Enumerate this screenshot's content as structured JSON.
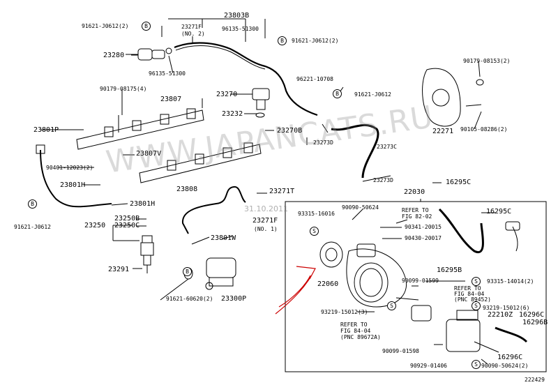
{
  "watermark": "WWW.JAPANCATS.RU",
  "date_stamp": "31.10.2011",
  "figure_id": "222429",
  "circle_b": "B",
  "circle_s": "S",
  "parts": {
    "p23803B": "23803B",
    "p91621_J0612_top": "91621-J0612(2)",
    "p23271F_top": "23271F",
    "p23271F_top_note": "(NO. 2)",
    "p96135_51300_top": "96135-51300",
    "p23280": "23280",
    "p96135_51300_low": "96135-51300",
    "p91621_J0612_mid": "91621-J0612(2)",
    "p96221_10708": "96221-10708",
    "p91621_J0612_b": "91621-J0612",
    "p90179_08175": "90179-08175(4)",
    "p23807": "23807",
    "p23270": "23270",
    "p23232": "23232",
    "p23270B": "23270B",
    "p23801P": "23801P",
    "p23807V": "23807V",
    "p23273D_a": "23273D",
    "p23273C": "23273C",
    "p90401_12023": "90401-12023(2)",
    "p23801H_a": "23801H",
    "p23808": "23808",
    "p23273D_b": "23273D",
    "p23271T": "23271T",
    "p23801H_b": "23801H",
    "p91621_J0612_left": "91621-J0612",
    "p23250B": "23250B",
    "p23250": "23250",
    "p23250C": "23250C",
    "p23271F_low": "23271F",
    "p23271F_low_note": "(NO. 1)",
    "p23801W": "23801W",
    "p23291": "23291",
    "p91621_60620": "91621-60620(2)",
    "p23300P": "23300P",
    "p90179_08153": "90179-08153(2)",
    "p22271": "22271",
    "p90105_08286": "90105-08286(2)",
    "p22030": "22030",
    "p16295C_a": "16295C",
    "p16295C_b": "16295C",
    "p90090_50624_top": "90090-50624",
    "p93315_16016": "93315-16016",
    "refer_82": "REFER TO",
    "refer_82_fig": "FIG 82-02",
    "p90341_20015": "90341-20015",
    "p90430_20017": "90430-20017",
    "p16295B": "16295B",
    "p93315_14014": "93315-14014(2)",
    "p22060": "22060",
    "p90099_01599": "90099-01599",
    "refer_84a": "REFER TO",
    "refer_84a_fig": "FIG 84-04",
    "refer_84a_pnc": "(PNC 89452)",
    "p93219_15012_a": "93219-15012(6)",
    "p22210Z": "22210Z",
    "p16296C_a": "16296C",
    "p16296B": "16296B",
    "p93219_15012_b": "93219-15012(3)",
    "refer_84b": "REFER TO",
    "refer_84b_fig": "FIG 84-04",
    "refer_84b_pnc": "(PNC 89672A)",
    "p90099_01598": "90099-01598",
    "p16296C_b": "16296C",
    "p90929_01406": "90929-01406",
    "p90090_50624_bot": "90090-50624(2)"
  }
}
